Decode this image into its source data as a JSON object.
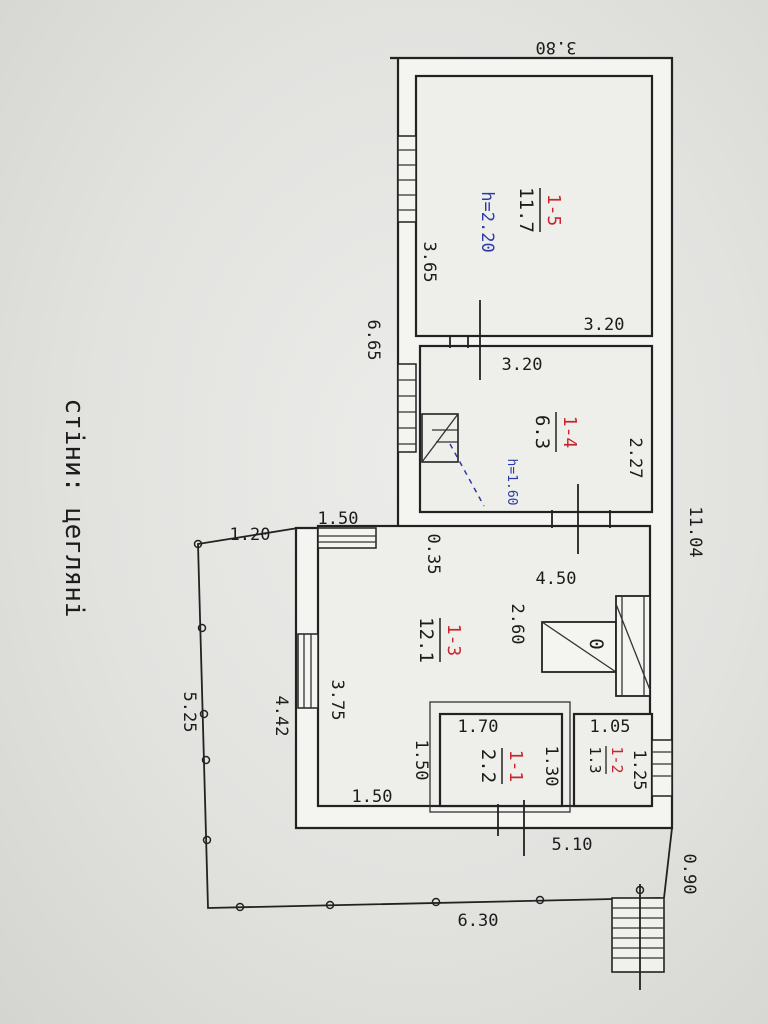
{
  "colors": {
    "room_code": "#c8262c",
    "height_note": "#2c3ba8",
    "ink": "#1c1c1c"
  },
  "dimensions": {
    "top_width": "3.80",
    "total_length": "11.04",
    "left_length": "6.65",
    "room5_length": "3.65",
    "room5_width": "3.20",
    "room4_width": "3.20",
    "room4_length": "2.27",
    "porch_width": "1.50",
    "wall_thickness": "0.35",
    "yard_a": "1.20",
    "yard_b": "5.25",
    "yard_c": "6.30",
    "room3_length": "4.50",
    "room3_width": "2.60",
    "room3_side": "3.75",
    "side_length": "4.42",
    "room1_width": "1.70",
    "room1_length": "1.30",
    "room1_side": "1.50",
    "room3_bottom": "1.50",
    "room2_width": "1.05",
    "room2_length": "1.25",
    "bottom_length": "5.10",
    "steps_offset": "0.90"
  },
  "rooms": {
    "r5": {
      "code": "1-5",
      "area": "11.7",
      "height": "h=2.20"
    },
    "r4": {
      "code": "1-4",
      "area": "6.3",
      "height": "h=1.60"
    },
    "r3": {
      "code": "1-3",
      "area": "12.1"
    },
    "r1": {
      "code": "1-1",
      "area": "2.2"
    },
    "r2": {
      "code": "1-2",
      "area": "1.3"
    }
  },
  "stove_label": "0",
  "walls_note": "стіни: цегляні"
}
